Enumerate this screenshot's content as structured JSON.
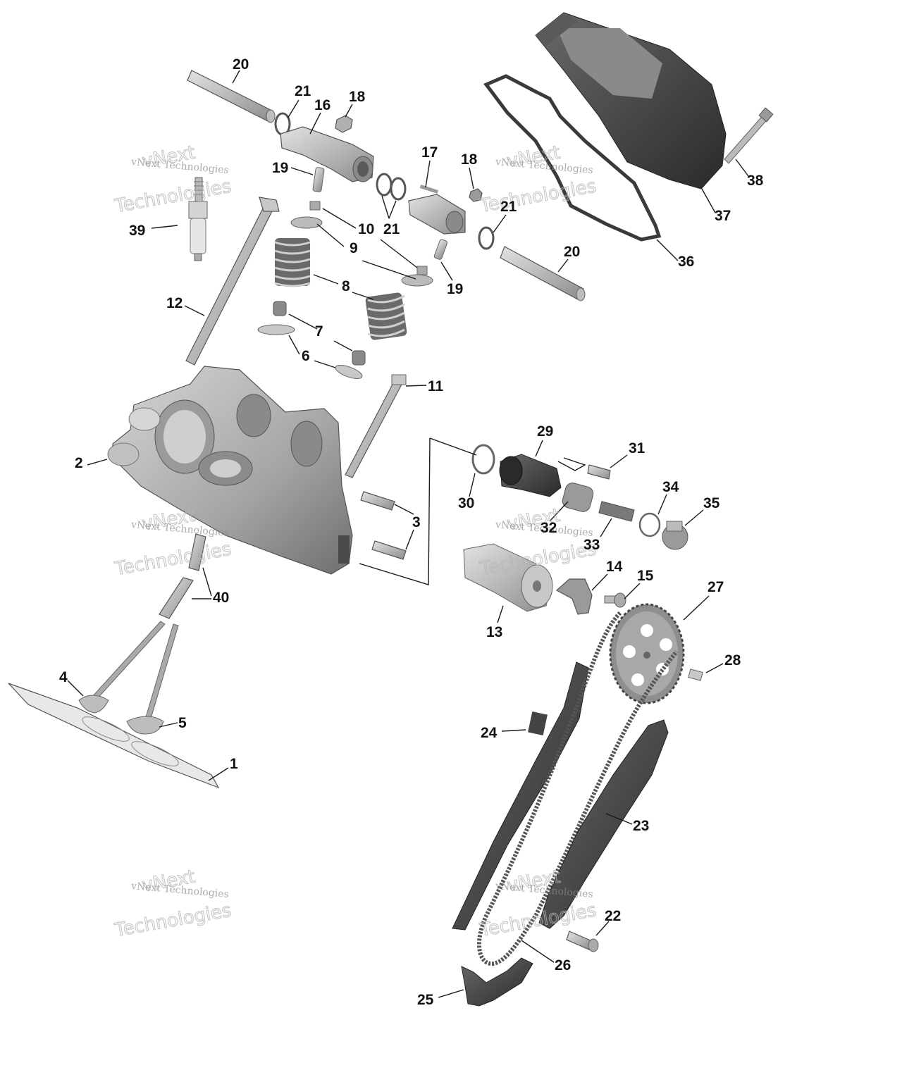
{
  "watermark": {
    "line1": "vNext Technologies",
    "line2": "vNext",
    "line3": "Technologies"
  },
  "callouts": [
    "20",
    "21",
    "16",
    "18",
    "19",
    "17",
    "18",
    "21",
    "21",
    "10",
    "9",
    "8",
    "7",
    "6",
    "39",
    "12",
    "11",
    "2",
    "3",
    "29",
    "31",
    "30",
    "34",
    "35",
    "32",
    "33",
    "14",
    "15",
    "27",
    "13",
    "28",
    "4",
    "5",
    "1",
    "24",
    "23",
    "22",
    "26",
    "25",
    "40",
    "36",
    "37",
    "38",
    "20",
    "19"
  ],
  "colors": {
    "part_light": "#cfcfcf",
    "part_mid": "#9a9a9a",
    "part_dark": "#4a4a4a",
    "part_black": "#222222",
    "label": "#111111"
  }
}
